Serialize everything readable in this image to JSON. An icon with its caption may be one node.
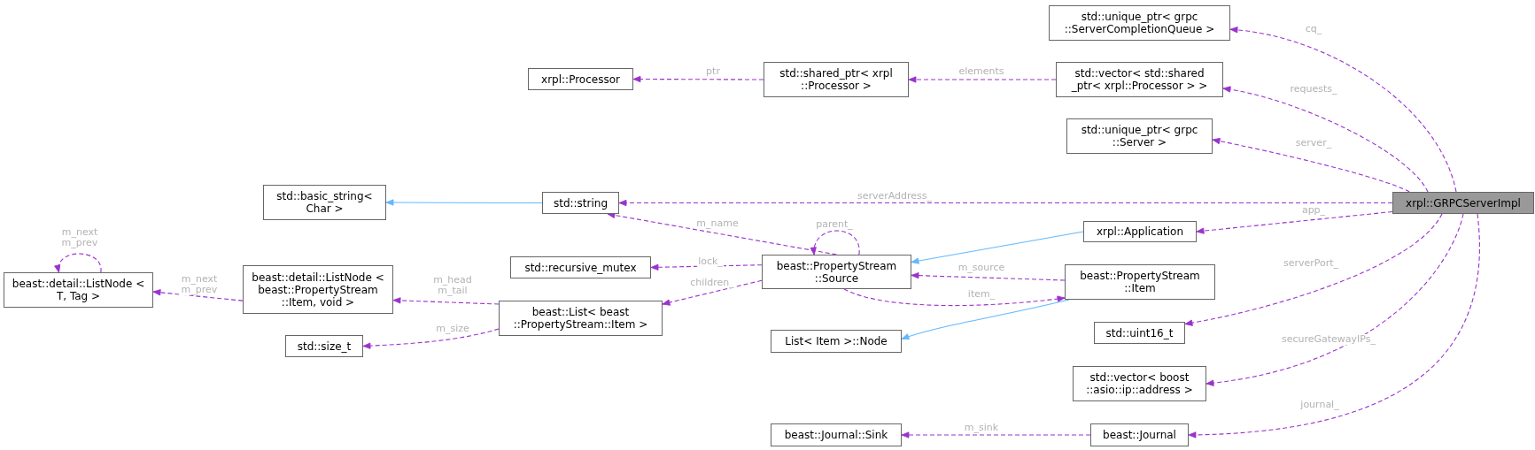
{
  "diagram": {
    "nodes": [
      {
        "text": [
          "xrpl::GRPCServerImpl"
        ]
      },
      {
        "text": [
          "std::unique_ptr< grpc ::ServerCompletionQueue >"
        ]
      },
      {
        "text": [
          "std::vector< std::shared _ptr< xrpl::Processor > >"
        ]
      },
      {
        "text": [
          "std::shared_ptr< xrpl ::Processor >"
        ]
      },
      {
        "text": [
          "xrpl::Processor"
        ]
      },
      {
        "text": [
          "std::unique_ptr< grpc ::Server >"
        ]
      },
      {
        "text": [
          "std::string"
        ]
      },
      {
        "text": [
          "std::basic_string< Char >"
        ]
      },
      {
        "text": [
          "xrpl::Application"
        ]
      },
      {
        "text": [
          "beast::PropertyStream ::Source"
        ]
      },
      {
        "text": [
          "std::recursive_mutex"
        ]
      },
      {
        "text": [
          "beast::PropertyStream ::Item"
        ]
      },
      {
        "text": [
          "beast::detail::ListNode < T, Tag >"
        ]
      },
      {
        "text": [
          "beast::detail::ListNode < beast::PropertyStream ::Item, void >"
        ]
      },
      {
        "text": [
          "beast::List< beast ::PropertyStream::Item >"
        ]
      },
      {
        "text": [
          "std::size_t"
        ]
      },
      {
        "text": [
          "List< Item >::Node"
        ]
      },
      {
        "text": [
          "std::uint16_t"
        ]
      },
      {
        "text": [
          "std::vector< boost ::asio::ip::address >"
        ]
      },
      {
        "text": [
          "beast::Journal"
        ]
      },
      {
        "text": [
          "beast::Journal::Sink"
        ]
      }
    ],
    "edges": [
      {
        "from": 0,
        "to": 1,
        "arrow": "to",
        "label": "cq_",
        "style": "dashed"
      },
      {
        "from": 0,
        "to": 2,
        "arrow": "to",
        "label": "requests_",
        "style": "dashed"
      },
      {
        "from": 2,
        "to": 3,
        "arrow": "to",
        "label": "elements",
        "style": "dashed"
      },
      {
        "from": 3,
        "to": 4,
        "arrow": "to",
        "label": "ptr",
        "style": "dashed"
      },
      {
        "from": 0,
        "to": 5,
        "arrow": "to",
        "label": "server_",
        "style": "dashed"
      },
      {
        "from": 0,
        "to": 6,
        "arrow": "to",
        "label": "serverAddress_",
        "style": "dashed"
      },
      {
        "from": 6,
        "to": 7,
        "arrow": "to",
        "color": "#63b8ff"
      },
      {
        "from": 0,
        "to": 8,
        "arrow": "to",
        "label": "app_",
        "style": "dashed"
      },
      {
        "from": 8,
        "to": 9,
        "arrow": "to",
        "color": "#63b8ff"
      },
      {
        "from": 9,
        "to": 6,
        "arrow": "to",
        "label": "m_name",
        "style": "dashed"
      },
      {
        "from": 9,
        "to": 9,
        "arrow": "to",
        "label": "parent_",
        "style": "dashed"
      },
      {
        "from": 9,
        "to": 10,
        "arrow": "to",
        "label": "lock_",
        "style": "dashed"
      },
      {
        "from": 9,
        "to": 14,
        "arrow": "to",
        "label": "children_",
        "style": "dashed"
      },
      {
        "from": 11,
        "to": 9,
        "arrow": "to",
        "label": "m_source",
        "style": "dashed"
      },
      {
        "from": 9,
        "to": 11,
        "arrow": "to",
        "label": "item_",
        "style": "dashed"
      },
      {
        "from": 11,
        "to": 16,
        "arrow": "to",
        "color": "#63b8ff"
      },
      {
        "from": 14,
        "to": 13,
        "arrow": "to",
        "label": "m_head m_tail",
        "style": "dashed"
      },
      {
        "from": 14,
        "to": 15,
        "arrow": "to",
        "label": "m_size",
        "style": "dashed"
      },
      {
        "from": 13,
        "to": 12,
        "arrow": "to",
        "label": "m_next m_prev",
        "style": "dashed"
      },
      {
        "from": 12,
        "to": 12,
        "arrow": "to",
        "label": "m_next m_prev",
        "style": "dashed"
      },
      {
        "from": 0,
        "to": 17,
        "arrow": "to",
        "label": "serverPort_",
        "style": "dashed"
      },
      {
        "from": 0,
        "to": 18,
        "arrow": "to",
        "label": "secureGatewayIPs_",
        "style": "dashed"
      },
      {
        "from": 0,
        "to": 19,
        "arrow": "to",
        "label": "journal_",
        "style": "dashed"
      },
      {
        "from": 19,
        "to": 20,
        "arrow": "to",
        "label": "m_sink",
        "style": "dashed"
      }
    ]
  }
}
